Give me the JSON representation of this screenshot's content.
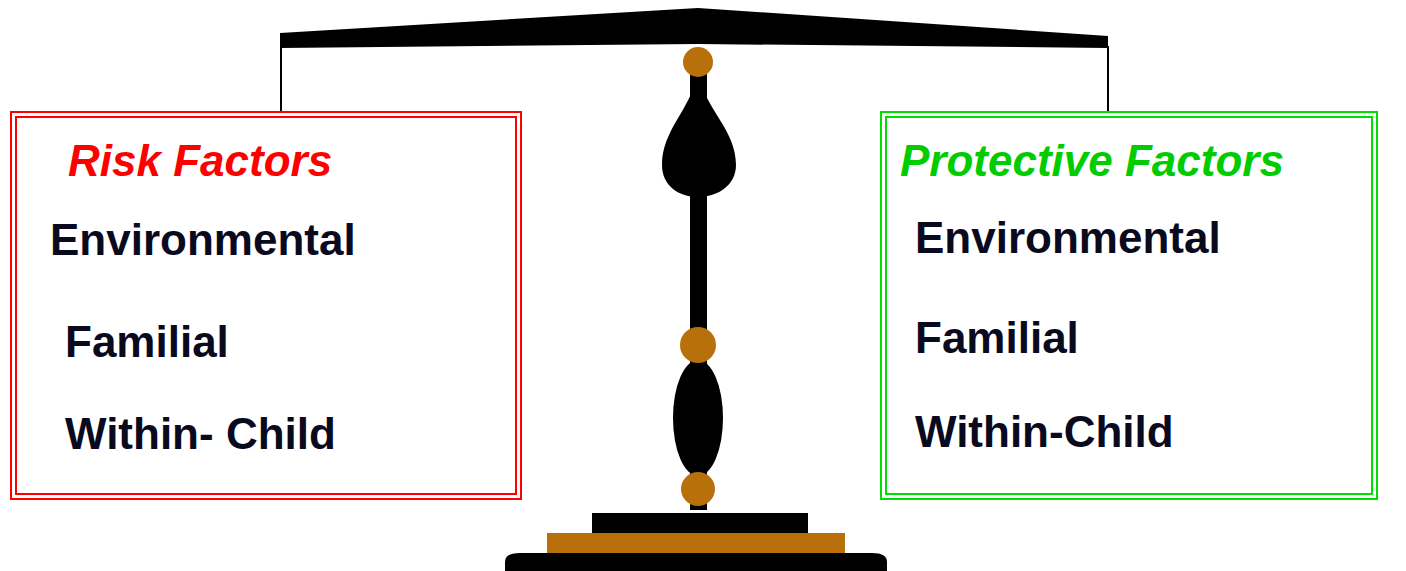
{
  "diagram": {
    "nodes": [
      {
        "text": [
          "Risk Factors",
          "Environmental",
          "Familial",
          "Within- Child"
        ]
      },
      {
        "text": [
          "Protective Factors",
          "Environmental",
          "Familial",
          "Within-Child"
        ]
      }
    ]
  }
}
